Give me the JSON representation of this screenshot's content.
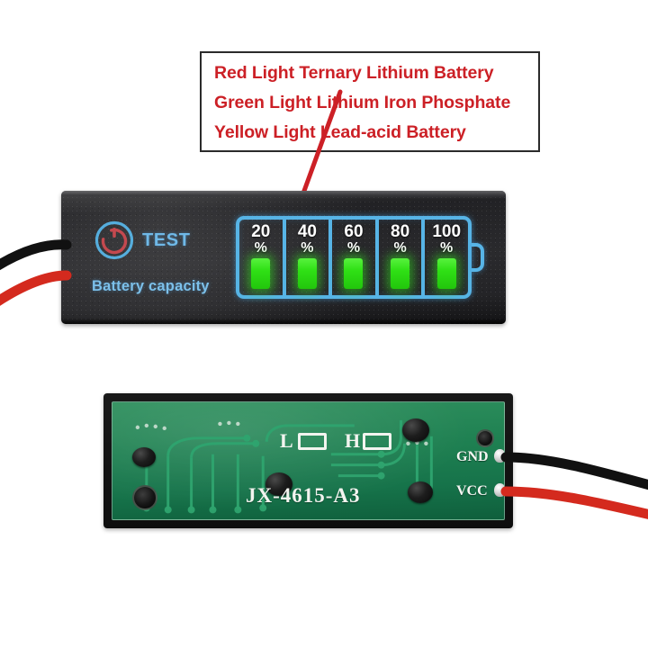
{
  "background_color": "#ffffff",
  "callout": {
    "border_color": "#2b2b2b",
    "text_color": "#cc2026",
    "lines": [
      "Red Light Ternary Lithium Battery",
      "Green Light Lithium Iron Phosphate",
      "Yellow Light Lead-acid Battery"
    ]
  },
  "pointer": {
    "color": "#cc2026",
    "target": "20% LED segment"
  },
  "front_module": {
    "case_color": "#242427",
    "accent_color": "#57b4e6",
    "test_button": {
      "label": "TEST",
      "icon": "power-icon",
      "icon_color": "#c4494f",
      "ring_color": "#57b4e6"
    },
    "capacity_label": "Battery capacity",
    "gauge": {
      "outline_color": "#57b4e6",
      "led_color": "#2fe015",
      "unit": "%",
      "segments": [
        {
          "value": "20",
          "unit": "%",
          "lit": true
        },
        {
          "value": "40",
          "unit": "%",
          "lit": true
        },
        {
          "value": "60",
          "unit": "%",
          "lit": true
        },
        {
          "value": "80",
          "unit": "%",
          "lit": true
        },
        {
          "value": "100",
          "unit": "%",
          "lit": true
        }
      ]
    }
  },
  "pcb_module": {
    "board_color": "#1f8152",
    "silkscreen_color": "#f2f4ef",
    "part_number": "JX-4615-A3",
    "jumpers": [
      {
        "label": "L"
      },
      {
        "label": "H"
      }
    ],
    "terminals": [
      {
        "label": "GND",
        "wire_color": "#111111"
      },
      {
        "label": "VCC",
        "wire_color": "#d42a1e"
      }
    ]
  },
  "wires": {
    "positive_color": "#d42a1e",
    "negative_color": "#111111"
  }
}
